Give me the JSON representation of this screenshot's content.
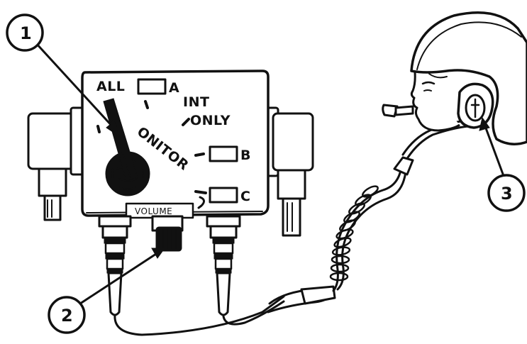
{
  "panel": {
    "all_label": "ALL",
    "position_a": "A",
    "int_label": "INT",
    "only_label": "ONLY",
    "position_b": "B",
    "position_c": "C",
    "monitor_label": "ONITOR",
    "volume_label": "VOLUME"
  },
  "callouts": {
    "one": "1",
    "two": "2",
    "three": "3"
  }
}
